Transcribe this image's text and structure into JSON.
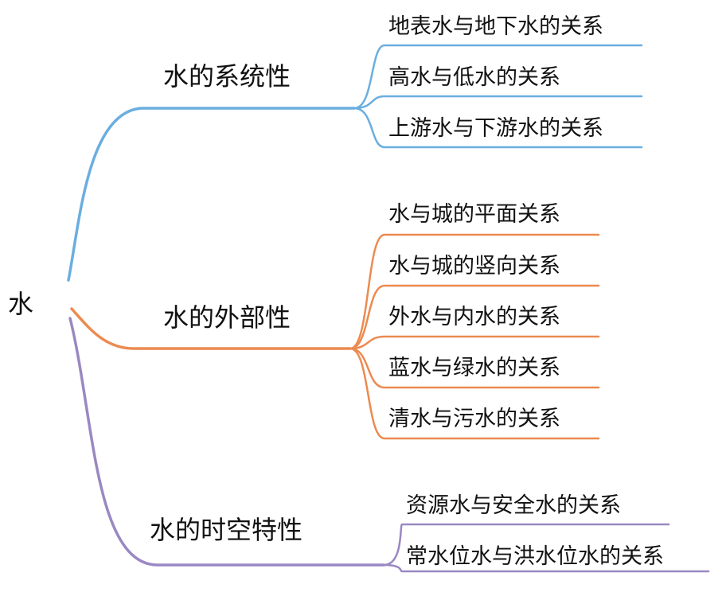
{
  "root": {
    "label": "水"
  },
  "branches": [
    {
      "label": "水的系统性",
      "color": "#6aaee0",
      "leaves": [
        "地表水与地下水的关系",
        "高水与低水的关系",
        "上游水与下游水的关系"
      ]
    },
    {
      "label": "水的外部性",
      "color": "#ec8a50",
      "leaves": [
        "水与城的平面关系",
        "水与城的竖向关系",
        "外水与内水的关系",
        "蓝水与绿水的关系",
        "清水与污水的关系"
      ]
    },
    {
      "label": "水的时空特性",
      "color": "#9a88c2",
      "leaves": [
        "资源水与安全水的关系",
        "常水位水与洪水位水的关系"
      ]
    }
  ]
}
